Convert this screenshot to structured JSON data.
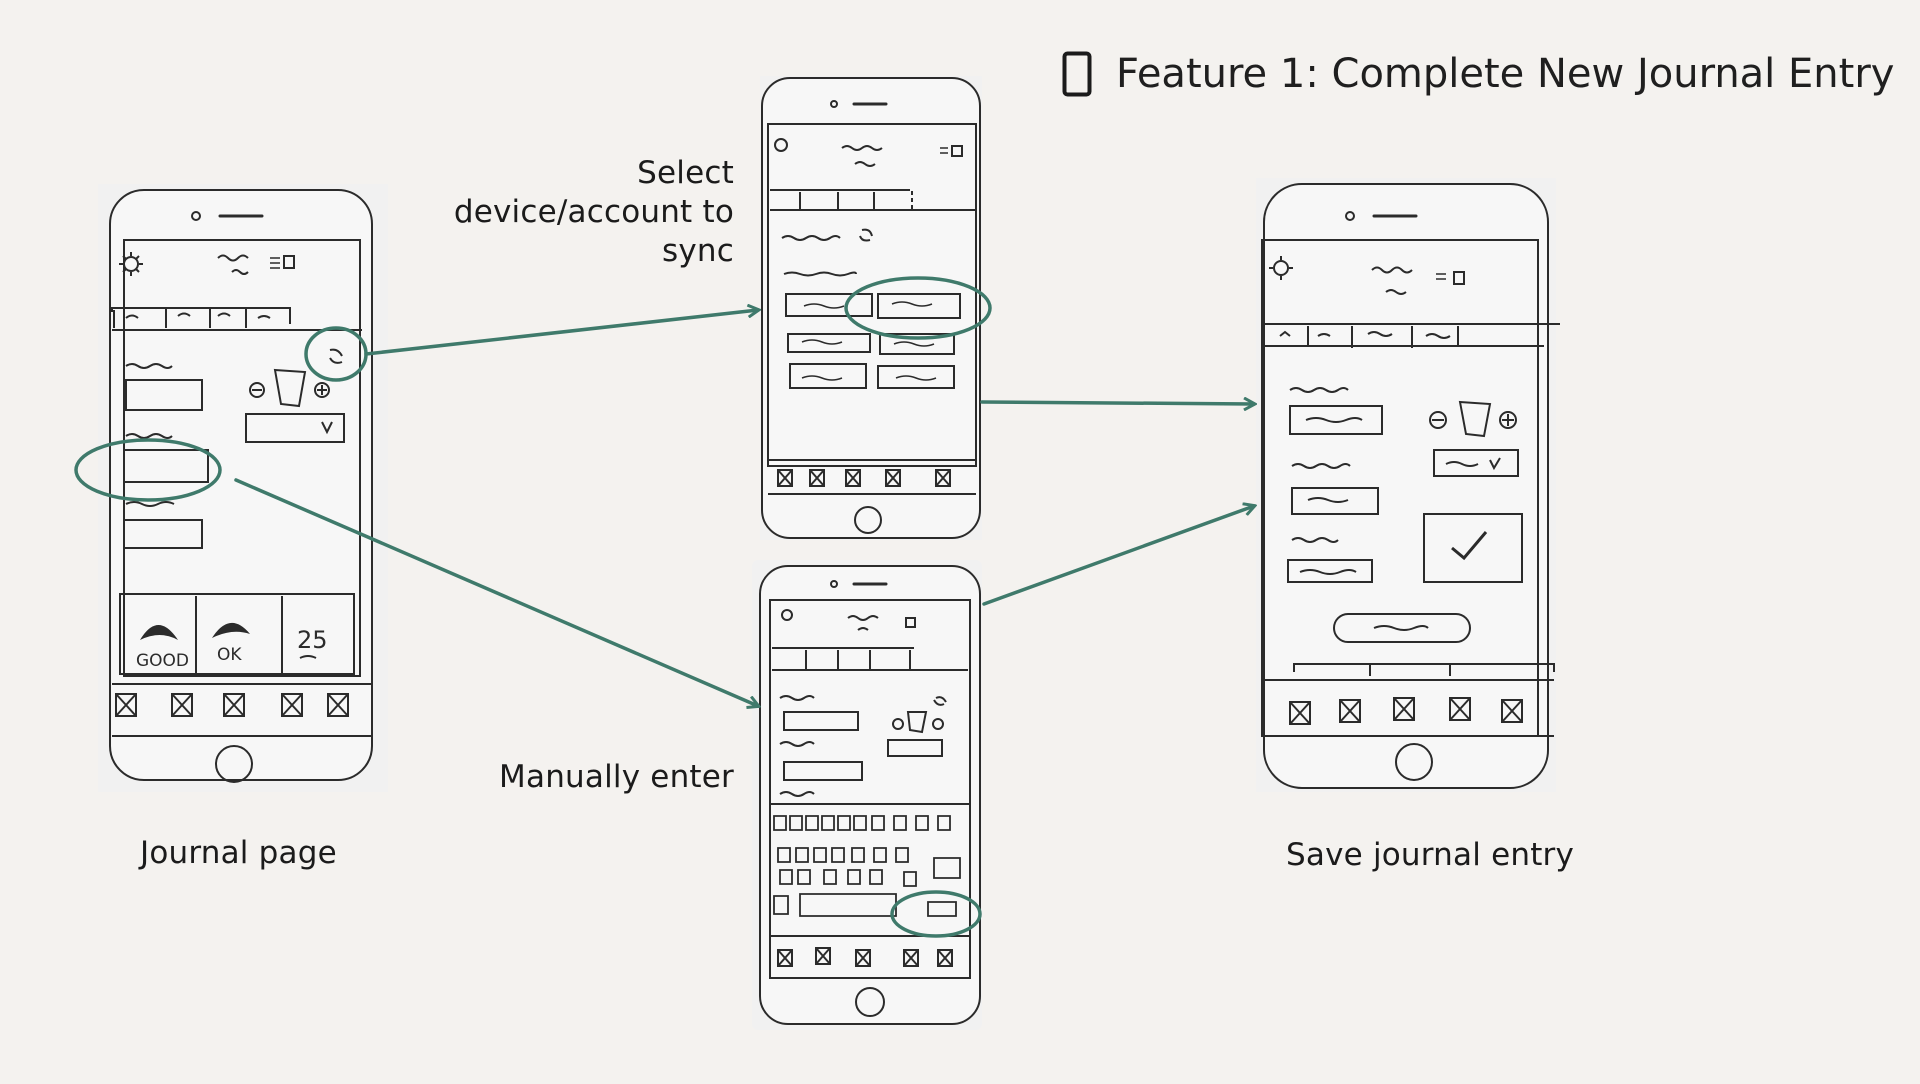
{
  "title": {
    "icon": "phone-icon",
    "text": "Feature 1: Complete New Journal Entry"
  },
  "screens": [
    {
      "id": "journal-page",
      "label": "Journal page",
      "mood_labels": [
        "GOOD",
        "OK",
        "25"
      ]
    },
    {
      "id": "select-device",
      "label_lines": [
        "Select",
        "device/account to",
        "sync"
      ]
    },
    {
      "id": "manually-enter",
      "label": "Manually enter"
    },
    {
      "id": "save-entry",
      "label": "Save journal entry"
    }
  ],
  "colors": {
    "background": "#f4f2ef",
    "accent": "#3f7a6b",
    "paper": "#f1f1f1",
    "pencil": "#2b2b2b"
  }
}
